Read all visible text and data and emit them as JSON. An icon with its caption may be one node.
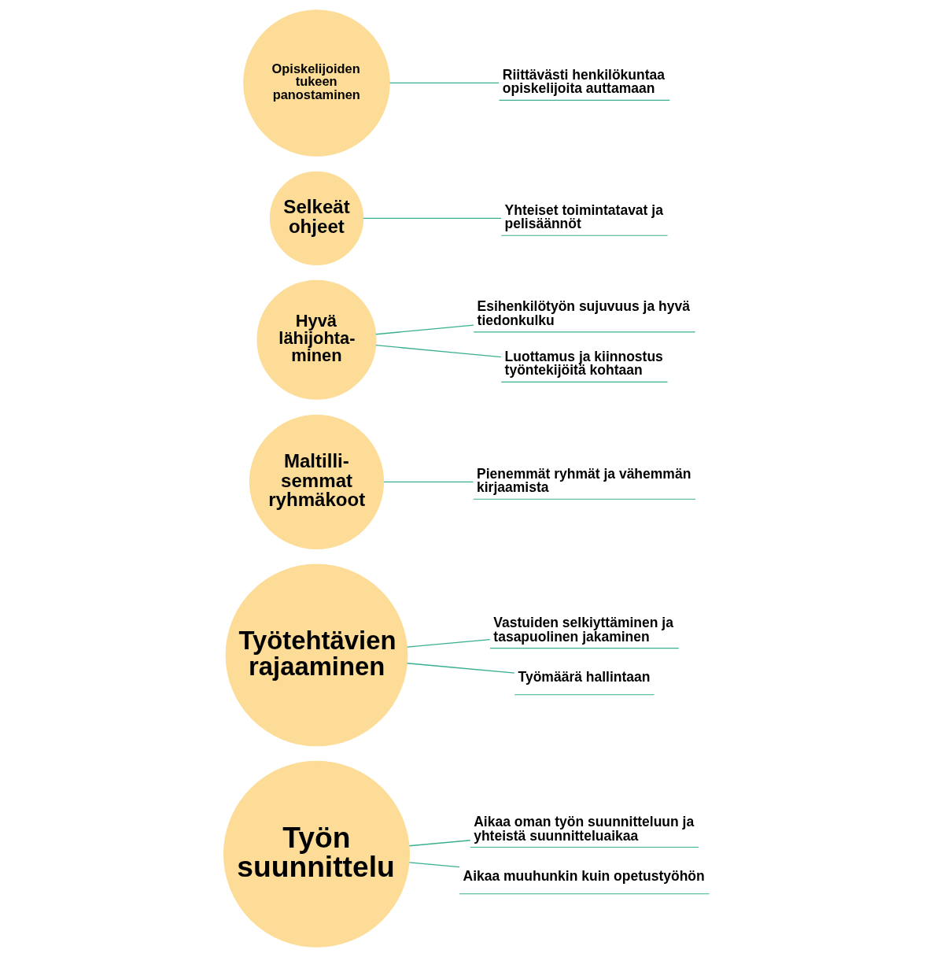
{
  "diagram": {
    "nodes": [
      {
        "text": [
          "Työn suunnittelu"
        ]
      },
      {
        "text": [
          "Aikaa oman työn suunnitteluun ja yhteistä suunnitteluaikaa"
        ]
      },
      {
        "text": [
          "Aikaa muuhunkin kuin opetustyöhön"
        ]
      },
      {
        "text": [
          "Työtehtävien rajaaminen"
        ]
      },
      {
        "text": [
          "Vastuiden selkiyttäminen ja tasapuolinen jakaminen"
        ]
      },
      {
        "text": [
          "Työmäärä hallintaan"
        ]
      },
      {
        "text": [
          "Maltilli- semmat ryhmäkoot"
        ]
      },
      {
        "text": [
          "Pienemmät ryhmät ja vähemmän kirjaamista"
        ]
      },
      {
        "text": [
          "Hyvä lähijohta- minen"
        ]
      },
      {
        "text": [
          "Esihenkilötyön sujuvuus ja hyvä tiedonkulku"
        ]
      },
      {
        "text": [
          "Luottamus ja kiinnostus työntekijöitä kohtaan"
        ]
      },
      {
        "text": [
          "Selkeät ohjeet"
        ]
      },
      {
        "text": [
          "Yhteiset toimintatavat ja pelisäännöt"
        ]
      },
      {
        "text": [
          "Opiskelijoiden tukeen panostaminen"
        ]
      },
      {
        "text": [
          "Riittävästi henkilökuntaa opiskelijoita auttamaan"
        ]
      }
    ],
    "edges": [
      {
        "from": 0,
        "to": 1,
        "arrow": "none"
      },
      {
        "from": 0,
        "to": 2,
        "arrow": "none"
      },
      {
        "from": 3,
        "to": 4,
        "arrow": "none"
      },
      {
        "from": 3,
        "to": 5,
        "arrow": "none"
      },
      {
        "from": 6,
        "to": 7,
        "arrow": "none"
      },
      {
        "from": 8,
        "to": 9,
        "arrow": "none"
      },
      {
        "from": 8,
        "to": 10,
        "arrow": "none"
      },
      {
        "from": 11,
        "to": 12,
        "arrow": "none"
      },
      {
        "from": 13,
        "to": 14,
        "arrow": "none"
      }
    ]
  }
}
